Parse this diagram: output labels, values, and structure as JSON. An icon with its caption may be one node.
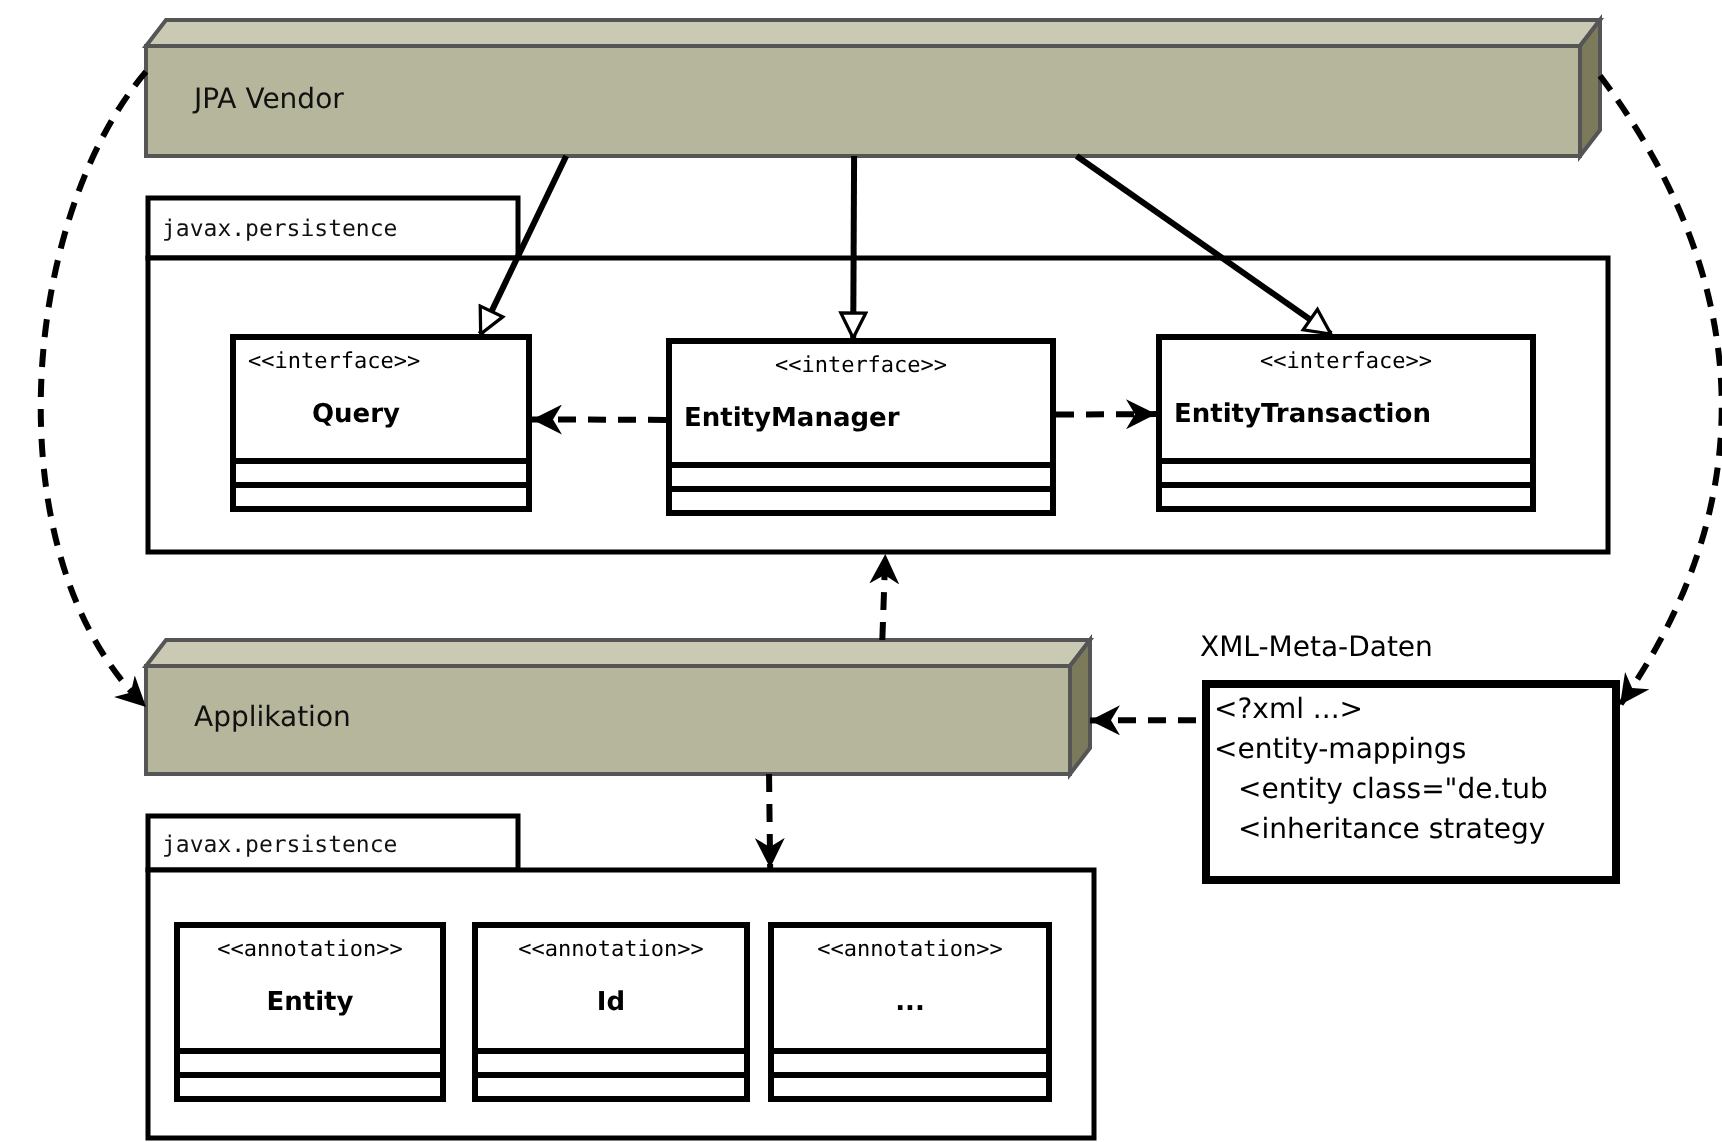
{
  "diagram": {
    "nodes": [
      {
        "text": [
          "JPA Vendor"
        ]
      },
      {
        "text": [
          "javax.persistence"
        ]
      },
      {
        "text": [
          "<<interface>>",
          "Query"
        ],
        "in": 1
      },
      {
        "text": [
          "<<interface>>",
          "EntityManager"
        ],
        "in": 1
      },
      {
        "text": [
          "<<interface>>",
          "EntityTransaction"
        ],
        "in": 1
      },
      {
        "text": [
          "Applikation"
        ]
      },
      {
        "text": [
          "javax.persistence"
        ]
      },
      {
        "text": [
          "<<annotation>>",
          "Entity"
        ],
        "in": 6
      },
      {
        "text": [
          "<<annotation>>",
          "Id"
        ],
        "in": 6
      },
      {
        "text": [
          "<<annotation>>",
          "..."
        ],
        "in": 6
      },
      {
        "text": [
          "XML-Meta-Daten",
          "<?xml ...>",
          "<entity-mappings",
          "<entity class=\"de.tub",
          "<inheritance strategy"
        ]
      }
    ],
    "edges": [
      {
        "from": 0,
        "to": 2,
        "arrow": "to"
      },
      {
        "from": 0,
        "to": 3,
        "arrow": "to"
      },
      {
        "from": 0,
        "to": 4,
        "arrow": "to"
      },
      {
        "from": 3,
        "to": 2,
        "arrow": "to",
        "style": "dashed"
      },
      {
        "from": 3,
        "to": 4,
        "arrow": "to",
        "style": "dashed"
      },
      {
        "from": 0,
        "to": 5,
        "arrow": "to",
        "style": "dashed"
      },
      {
        "from": 0,
        "to": 10,
        "arrow": "to",
        "style": "dashed"
      },
      {
        "from": 5,
        "to": 1,
        "arrow": "to",
        "style": "dashed"
      },
      {
        "from": 5,
        "to": 6,
        "arrow": "to",
        "style": "dashed"
      },
      {
        "from": 10,
        "to": 5,
        "arrow": "to",
        "style": "dashed"
      }
    ]
  }
}
